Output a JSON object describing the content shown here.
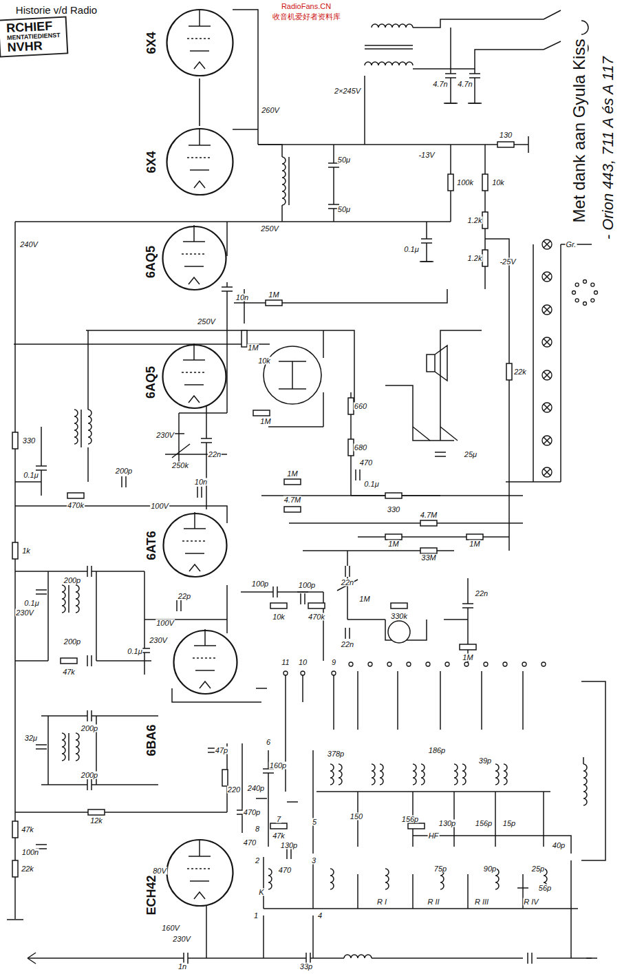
{
  "diagram": {
    "nodes": [
      {
        "text": [
          "RCHIEF",
          "MENTATIEDIENST",
          "NVHR"
        ]
      },
      {
        "text": [
          "6X4"
        ]
      },
      {
        "text": [
          "6X4"
        ]
      },
      {
        "text": [
          "6AQ5"
        ]
      },
      {
        "text": [
          "6AQ5"
        ]
      },
      {
        "text": [
          "6AT6"
        ]
      },
      {
        "text": [
          "6BA6"
        ]
      },
      {
        "text": [
          "ECH42"
        ]
      }
    ],
    "edges": [
      {
        "from": 1,
        "to": 2,
        "arrow": "none"
      }
    ],
    "labels": [
      "Historie v/d Radio",
      "RadioFans.CN",
      "收音机爱好者资料库",
      "Met dank aan Gyula Kiss",
      "- Orion 443, 711 A és A 117",
      "2×245V",
      "4.7n",
      "4.7n",
      "260V",
      "50μ",
      "50μ",
      "-13V",
      "130",
      "100k",
      "10k",
      "1.2k",
      "1.2k",
      "-25V",
      "250V",
      "0.1μ",
      "Gr.",
      "240V",
      "10n",
      "1M",
      "250V",
      "1M",
      "10k",
      "1M",
      "22k",
      "230V",
      "330",
      "22n",
      "250k",
      "660",
      "680",
      "470",
      "0.1μ",
      "25μ",
      "0.1μ",
      "200p",
      "1M",
      "470k",
      "4.7M",
      "100V",
      "10n",
      "330",
      "4.7M",
      "1M",
      "1M",
      "33M",
      "1k",
      "200p",
      "0.1μ",
      "200p",
      "22p",
      "100p",
      "100p",
      "22n",
      "1M",
      "22n",
      "10k",
      "470k",
      "330k",
      "22n",
      "230V",
      "100V",
      "230V",
      "0.1μ",
      "47k",
      "11",
      "10",
      "9",
      "1M",
      "32μ",
      "200p",
      "200p",
      "47p",
      "6",
      "160p",
      "378p",
      "186p",
      "39p",
      "220",
      "240p",
      "470p",
      "8",
      "7",
      "5",
      "47k",
      "150",
      "156p",
      "130p",
      "156p",
      "15p",
      "12k",
      "47k",
      "100n",
      "22k",
      "470",
      "130p",
      "HF",
      "2",
      "3",
      "470",
      "K",
      "1",
      "4",
      "R I",
      "R II",
      "R III",
      "R IV",
      "75p",
      "90p",
      "25p",
      "40p",
      "56p",
      "80V",
      "160V",
      "230V",
      "1n",
      "33p"
    ]
  }
}
